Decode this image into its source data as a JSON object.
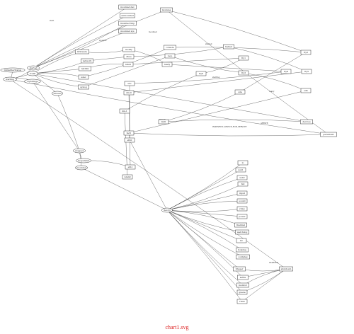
{
  "diagram": {
    "caption": "chart1.svg",
    "nodes": [
      {
        "id": "n1",
        "label": "initialDevStatus",
        "shape": "ellipse"
      },
      {
        "id": "n2",
        "label": "starting",
        "shape": "ellipse"
      },
      {
        "id": "n3",
        "label": "ctxAll",
        "shape": "ellipse"
      },
      {
        "id": "n4",
        "label": "ttyStrings",
        "shape": "ellipse"
      },
      {
        "id": "n5",
        "label": "unused",
        "shape": "ellipse"
      },
      {
        "id": "n6",
        "label": "started",
        "shape": "ellipse"
      },
      {
        "id": "n7",
        "label": "stopped",
        "shape": "ellipse"
      },
      {
        "id": "n8",
        "label": "mounted",
        "shape": "ellipse"
      },
      {
        "id": "n9",
        "label": "suspended",
        "shape": "ellipse"
      },
      {
        "id": "n10",
        "label": "mounted dev",
        "shape": "box"
      },
      {
        "id": "n11",
        "label": "unmounted",
        "shape": "box"
      },
      {
        "id": "n12",
        "label": "mounted tmp",
        "shape": "box"
      },
      {
        "id": "n13",
        "label": "mounted sys",
        "shape": "box"
      },
      {
        "id": "n14",
        "label": "modules",
        "shape": "box"
      },
      {
        "id": "n15",
        "label": "firmware",
        "shape": "box"
      },
      {
        "id": "n16",
        "label": "network",
        "shape": "box"
      },
      {
        "id": "n17",
        "label": "netlink",
        "shape": "box"
      },
      {
        "id": "n18",
        "label": "udev",
        "shape": "box"
      },
      {
        "id": "n19",
        "label": "syslog",
        "shape": "box"
      },
      {
        "id": "n20",
        "label": "inotify",
        "shape": "box"
      },
      {
        "id": "n21",
        "label": "dbus",
        "shape": "box"
      },
      {
        "id": "n22",
        "label": "blkid",
        "shape": "box"
      },
      {
        "id": "n23",
        "label": "console",
        "shape": "box"
      },
      {
        "id": "n24",
        "label": "loop",
        "shape": "box"
      },
      {
        "id": "n25",
        "label": "ready",
        "shape": "box"
      },
      {
        "id": "n26",
        "label": "halted",
        "shape": "box"
      },
      {
        "id": "n27",
        "label": "tty1",
        "shape": "box"
      },
      {
        "id": "n28",
        "label": "tty2",
        "shape": "box"
      },
      {
        "id": "n29",
        "label": "tty3",
        "shape": "box"
      },
      {
        "id": "n30",
        "label": "tty4",
        "shape": "box"
      },
      {
        "id": "n31",
        "label": "tty5",
        "shape": "box"
      },
      {
        "id": "n32",
        "label": "tty6",
        "shape": "box"
      },
      {
        "id": "n33",
        "label": "sda",
        "shape": "box"
      },
      {
        "id": "n34",
        "label": "sdb",
        "shape": "box"
      },
      {
        "id": "n35",
        "label": "sdc",
        "shape": "box"
      },
      {
        "id": "n36",
        "label": "dm-0",
        "shape": "box"
      },
      {
        "id": "n37",
        "label": "dm-1",
        "shape": "box"
      },
      {
        "id": "n38",
        "label": "md0",
        "shape": "box"
      },
      {
        "id": "n39",
        "label": "md1",
        "shape": "box"
      },
      {
        "id": "n40",
        "label": "eth0",
        "shape": "box"
      },
      {
        "id": "n41",
        "label": "eth1",
        "shape": "box"
      },
      {
        "id": "n42",
        "label": "wlan0",
        "shape": "box"
      },
      {
        "id": "n43",
        "label": "lo",
        "shape": "box"
      },
      {
        "id": "n44",
        "label": "usb1",
        "shape": "box"
      },
      {
        "id": "n45",
        "label": "usb2",
        "shape": "box"
      },
      {
        "id": "n46",
        "label": "hid",
        "shape": "box"
      },
      {
        "id": "n47",
        "label": "input",
        "shape": "box"
      },
      {
        "id": "n48",
        "label": "sound",
        "shape": "box"
      },
      {
        "id": "n49",
        "label": "video",
        "shape": "box"
      },
      {
        "id": "n50",
        "label": "power",
        "shape": "box"
      },
      {
        "id": "n51",
        "label": "thermal",
        "shape": "box"
      },
      {
        "id": "n52",
        "label": "watchdog",
        "shape": "box"
      },
      {
        "id": "n53",
        "label": "rtc",
        "shape": "box"
      },
      {
        "id": "n54",
        "label": "hotplug",
        "shape": "box"
      },
      {
        "id": "n55",
        "label": "coldplug",
        "shape": "box"
      },
      {
        "id": "n56",
        "label": "trigger",
        "shape": "box"
      },
      {
        "id": "n57",
        "label": "settle",
        "shape": "box"
      },
      {
        "id": "n58",
        "label": "monitor",
        "shape": "box"
      },
      {
        "id": "n59",
        "label": "queue",
        "shape": "box"
      },
      {
        "id": "n60",
        "label": "rules",
        "shape": "box"
      },
      {
        "id": "n61",
        "label": "devices",
        "shape": "box"
      },
      {
        "id": "n62",
        "label": "persistent",
        "shape": "box"
      },
      {
        "id": "n63",
        "label": "shutdown",
        "shape": "box"
      },
      {
        "id": "n64",
        "label": "devctl",
        "shape": "ellipse"
      }
    ],
    "edge_labels": [
      "start",
      "stopped",
      "mounted",
      "started",
      "starting",
      "ready",
      "BEGIN",
      "IMDEVENT_DEVICE_FOR_SERVLET",
      "ARRIVE",
      "STARTED"
    ]
  }
}
